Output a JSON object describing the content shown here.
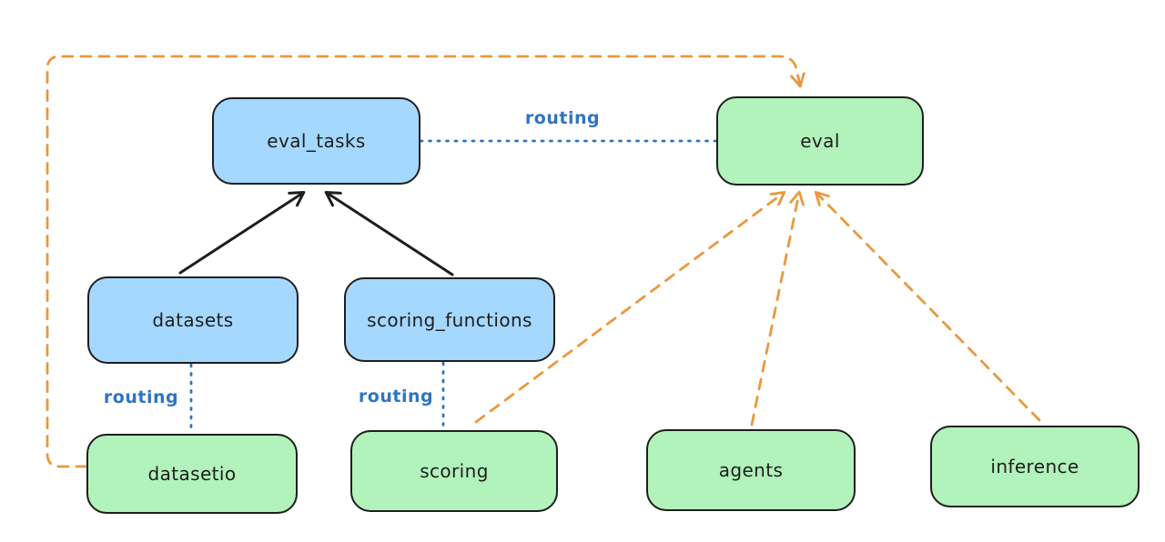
{
  "colors": {
    "canvas_bg": "#ffffff",
    "node_blue_fill": "#a5d8ff",
    "node_green_fill": "#b2f2bb",
    "node_stroke": "#1e1e1e",
    "edge_black": "#1e1e1e",
    "routing_blue": "#2f74c2",
    "edge_orange": "#e8993f"
  },
  "nodes": [
    {
      "id": "eval_tasks",
      "label": "eval_tasks",
      "fill": "#a5d8ff"
    },
    {
      "id": "eval",
      "label": "eval",
      "fill": "#b2f2bb"
    },
    {
      "id": "datasets",
      "label": "datasets",
      "fill": "#a5d8ff"
    },
    {
      "id": "scoring_functions",
      "label": "scoring_functions",
      "fill": "#a5d8ff"
    },
    {
      "id": "datasetio",
      "label": "datasetio",
      "fill": "#b2f2bb"
    },
    {
      "id": "scoring",
      "label": "scoring",
      "fill": "#b2f2bb"
    },
    {
      "id": "agents",
      "label": "agents",
      "fill": "#b2f2bb"
    },
    {
      "id": "inference",
      "label": "inference",
      "fill": "#b2f2bb"
    }
  ],
  "edges": [
    {
      "from": "datasets",
      "to": "eval_tasks",
      "style": "solid-black-arrow"
    },
    {
      "from": "scoring_functions",
      "to": "eval_tasks",
      "style": "solid-black-arrow"
    },
    {
      "from": "eval_tasks",
      "to": "eval",
      "style": "dotted-blue",
      "label": "routing"
    },
    {
      "from": "datasets",
      "to": "datasetio",
      "style": "dotted-blue",
      "label": "routing"
    },
    {
      "from": "scoring_functions",
      "to": "scoring",
      "style": "dotted-blue",
      "label": "routing"
    },
    {
      "from": "datasetio",
      "to": "eval",
      "style": "dashed-orange-arrow"
    },
    {
      "from": "scoring",
      "to": "eval",
      "style": "dashed-orange-arrow"
    },
    {
      "from": "agents",
      "to": "eval",
      "style": "dashed-orange-arrow"
    },
    {
      "from": "inference",
      "to": "eval",
      "style": "dashed-orange-arrow"
    }
  ]
}
